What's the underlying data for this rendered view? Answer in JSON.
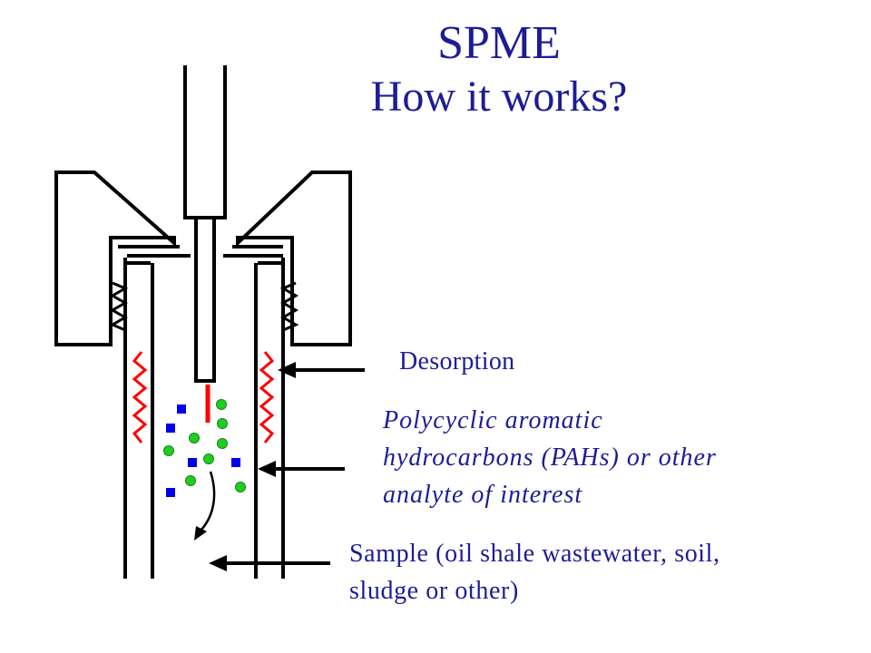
{
  "title": {
    "line1": "SPME",
    "line2": "How it works?"
  },
  "labels": {
    "desorption": "Desorption",
    "pah": {
      "line1": "Polycyclic aromatic",
      "line2": "hydrocarbons (PAHs) or other",
      "line3": "analyte of interest"
    },
    "sample": {
      "line1": "Sample (oil shale wastewater, soil,",
      "line2": "sludge or other)"
    }
  },
  "colors": {
    "text": "#1c1c96",
    "outline": "#000000",
    "fiber_coating": "#ff0000",
    "analyte_square": "#0000ee",
    "analyte_circle": "#22cc22"
  }
}
